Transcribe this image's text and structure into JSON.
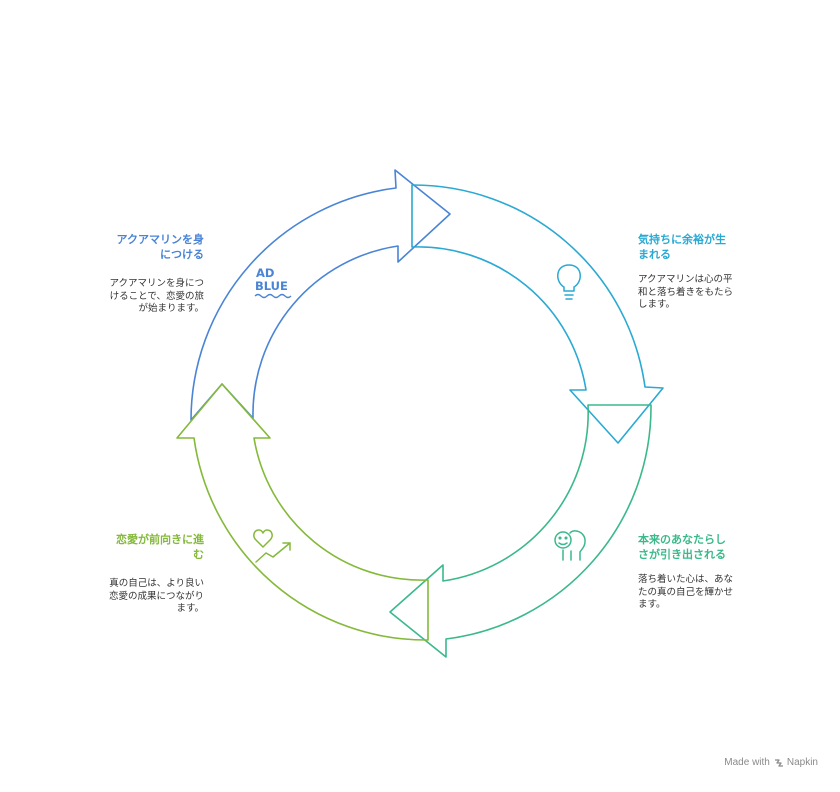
{
  "colors": {
    "blue": "#4a84d6",
    "teal": "#29a9d3",
    "green": "#3ab98a",
    "lime": "#84b93a"
  },
  "steps": [
    {
      "title": "アクアマリンを身につける",
      "title_lines": [
        "アクアマリンを身",
        "につける"
      ],
      "desc_lines": [
        "アクアマリンを身につ",
        "けることで、恋愛の旅",
        "が始まります。"
      ],
      "icon": "ad-blue-logo-icon",
      "icon_text": [
        "AD",
        "BLUE"
      ]
    },
    {
      "title": "気持ちに余裕が生まれる",
      "title_lines": [
        "気持ちに余裕が生",
        "まれる"
      ],
      "desc_lines": [
        "アクアマリンは心の平",
        "和と落ち着きをもたら",
        "します。"
      ],
      "icon": "lightbulb-icon"
    },
    {
      "title": "本来のあなたらしさが引き出される",
      "title_lines": [
        "本来のあなたらし",
        "さが引き出される"
      ],
      "desc_lines": [
        "落ち着いた心は、あな",
        "たの真の自己を輝かせ",
        "ます。"
      ],
      "icon": "person-thinking-icon"
    },
    {
      "title": "恋愛が前向きに進む",
      "title_lines": [
        "恋愛が前向きに進",
        "む"
      ],
      "desc_lines": [
        "真の自己は、より良い",
        "恋愛の成果につながり",
        "ます。"
      ],
      "icon": "heart-growth-icon"
    }
  ],
  "footer": {
    "made_with": "Made with",
    "brand": "Napkin"
  }
}
